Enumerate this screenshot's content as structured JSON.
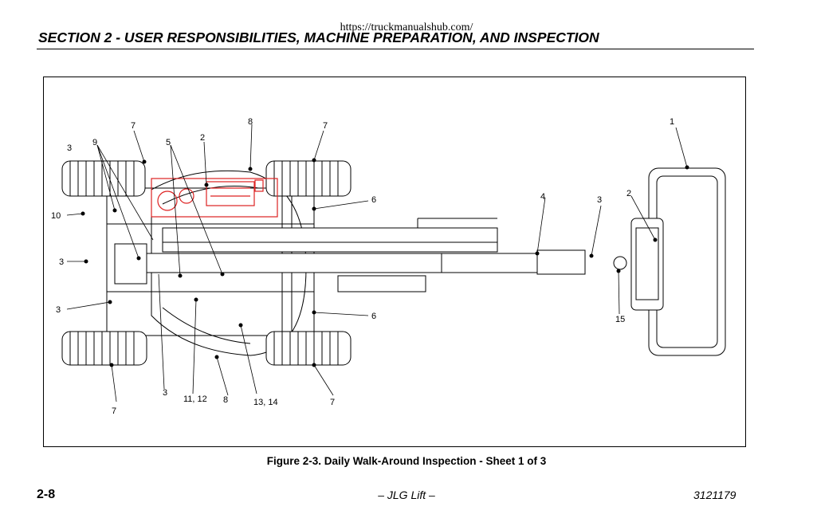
{
  "watermark": "https://truckmanualshub.com/",
  "header": {
    "section_title": "SECTION 2 - USER RESPONSIBILITIES, MACHINE PREPARATION, AND INSPECTION"
  },
  "figure": {
    "caption": "Figure 2-3. Daily Walk-Around Inspection - Sheet 1 of 3",
    "callouts": [
      "1",
      "2",
      "2",
      "3",
      "3",
      "3",
      "3",
      "3",
      "4",
      "5",
      "6",
      "6",
      "7",
      "7",
      "7",
      "7",
      "8",
      "8",
      "9",
      "10",
      "11, 12",
      "13, 14",
      "15"
    ]
  },
  "footer": {
    "page_number": "2-8",
    "center_text": "– JLG Lift –",
    "document_number": "3121179"
  }
}
